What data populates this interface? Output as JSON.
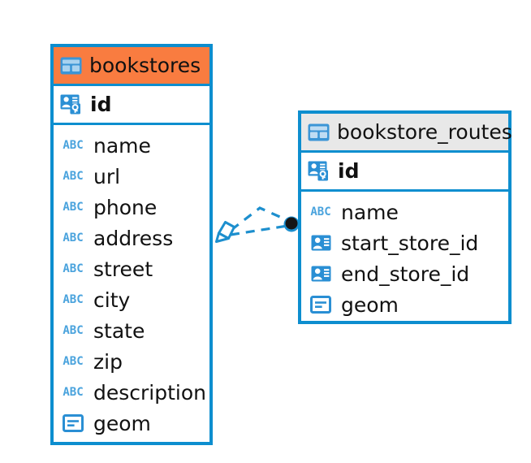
{
  "diagram": {
    "type": "entity-relationship-diagram",
    "background": "#ffffff",
    "accent_color": "#0d8ecf",
    "highlight_color": "#f97c40",
    "header_color": "#e8e8e8"
  },
  "entities": [
    {
      "name": "bookstores",
      "title": "bookstores",
      "header_style": "highlighted",
      "header_fill": "#f97c40",
      "table_icon": "table-icon",
      "primary_key": {
        "label": "id",
        "icon": "primary-key-icon"
      },
      "fields": [
        {
          "label": "name",
          "icon": "text-abc-icon",
          "type": "text"
        },
        {
          "label": "url",
          "icon": "text-abc-icon",
          "type": "text"
        },
        {
          "label": "phone",
          "icon": "text-abc-icon",
          "type": "text"
        },
        {
          "label": "address",
          "icon": "text-abc-icon",
          "type": "text"
        },
        {
          "label": "street",
          "icon": "text-abc-icon",
          "type": "text"
        },
        {
          "label": "city",
          "icon": "text-abc-icon",
          "type": "text"
        },
        {
          "label": "state",
          "icon": "text-abc-icon",
          "type": "text"
        },
        {
          "label": "zip",
          "icon": "text-abc-icon",
          "type": "text"
        },
        {
          "label": "description",
          "icon": "text-abc-icon",
          "type": "text"
        },
        {
          "label": "geom",
          "icon": "geometry-icon",
          "type": "geometry"
        }
      ]
    },
    {
      "name": "bookstore_routes",
      "title": "bookstore_routes",
      "header_style": "normal",
      "header_fill": "#e8e8e8",
      "table_icon": "table-icon",
      "primary_key": {
        "label": "id",
        "icon": "primary-key-icon"
      },
      "fields": [
        {
          "label": "name",
          "icon": "text-abc-icon",
          "type": "text"
        },
        {
          "label": "start_store_id",
          "icon": "foreign-key-icon",
          "type": "reference"
        },
        {
          "label": "end_store_id",
          "icon": "foreign-key-icon",
          "type": "reference"
        },
        {
          "label": "geom",
          "icon": "geometry-icon",
          "type": "geometry"
        }
      ]
    }
  ],
  "relationship": {
    "from_entity": "bookstores",
    "to_entity": "bookstore_routes",
    "line_style": "dashed",
    "line_color": "#0d8ecf",
    "source_marker": "crows-foot-diamond",
    "target_marker": "filled-circle",
    "target_marker_color": "#111111"
  }
}
